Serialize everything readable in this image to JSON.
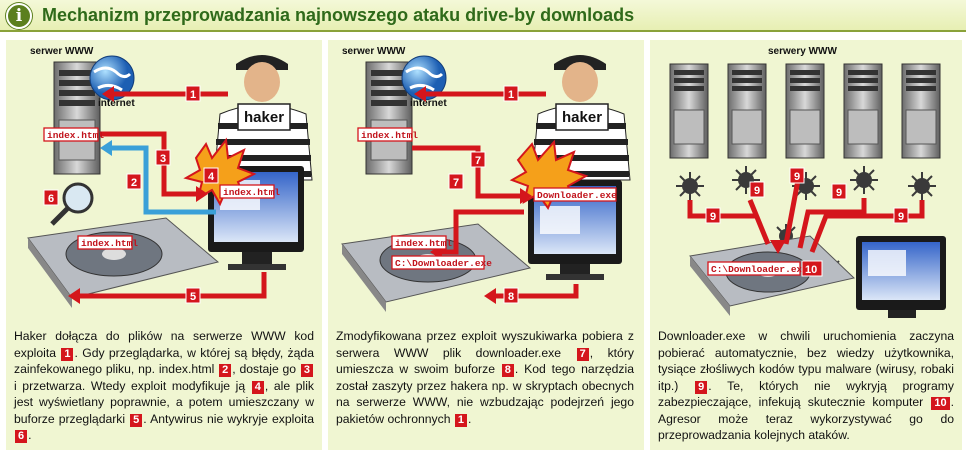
{
  "title": "Mechanizm przeprowadzania najnowszego ataku drive-by downloads",
  "labels": {
    "server": "serwer WWW",
    "servers": "serwery WWW",
    "internet": "internet",
    "hacker": "haker",
    "index_file": "index.html",
    "downloader_file": "Downloader.exe",
    "downloader_path": "C:\\Downloader.exe"
  },
  "steps": [
    "1",
    "2",
    "3",
    "4",
    "5",
    "6",
    "7",
    "8",
    "9",
    "10"
  ],
  "captions": {
    "panel1": [
      {
        "t": "Haker dołącza do plików na serwerze WWW kod exploita "
      },
      {
        "n": "1"
      },
      {
        "t": ". Gdy przeglądarka, w której są błędy, żąda zainfekowanego pliku, np. index.html "
      },
      {
        "n": "2"
      },
      {
        "t": ", dostaje go "
      },
      {
        "n": "3"
      },
      {
        "t": " i przetwarza. Wtedy exploit modyfikuje ją "
      },
      {
        "n": "4"
      },
      {
        "t": ", ale plik jest wyświetlany poprawnie, a potem umieszczany w buforze przeglądarki "
      },
      {
        "n": "5"
      },
      {
        "t": ". Antywirus nie wykryje exploita "
      },
      {
        "n": "6"
      },
      {
        "t": "."
      }
    ],
    "panel2": [
      {
        "t": "Zmodyfikowana przez exploit wyszukiwarka pobiera z serwera WWW plik downloader.exe "
      },
      {
        "n": "7"
      },
      {
        "t": ", który umieszcza w swoim buforze "
      },
      {
        "n": "8"
      },
      {
        "t": ". Kod tego narzędzia został zaszyty przez hakera np. w skryptach obecnych na serwerze WWW, nie wzbudzając podejrzeń jego pakietów ochronnych "
      },
      {
        "n": "1"
      },
      {
        "t": "."
      }
    ],
    "panel3": [
      {
        "t": "Downloader.exe w chwili uruchomienia zaczyna pobierać automatycznie, bez wiedzy użytkownika, tysiące złośliwych kodów typu malware (wirusy, robaki itp.) "
      },
      {
        "n": "9"
      },
      {
        "t": ". Te, których nie wykryją programy zabezpieczające, infekują skutecznie komputer "
      },
      {
        "n": "10"
      },
      {
        "t": ". Agresor może teraz wykorzystywać go do przeprowadzania kolejnych ataków."
      }
    ]
  },
  "colors": {
    "accent_green": "#2f6a1a",
    "panel_bg": "#f0f6d2",
    "arrow_red": "#d4161c",
    "arrow_blue": "#3aa0d8",
    "file_label_red": "#c1121b"
  }
}
